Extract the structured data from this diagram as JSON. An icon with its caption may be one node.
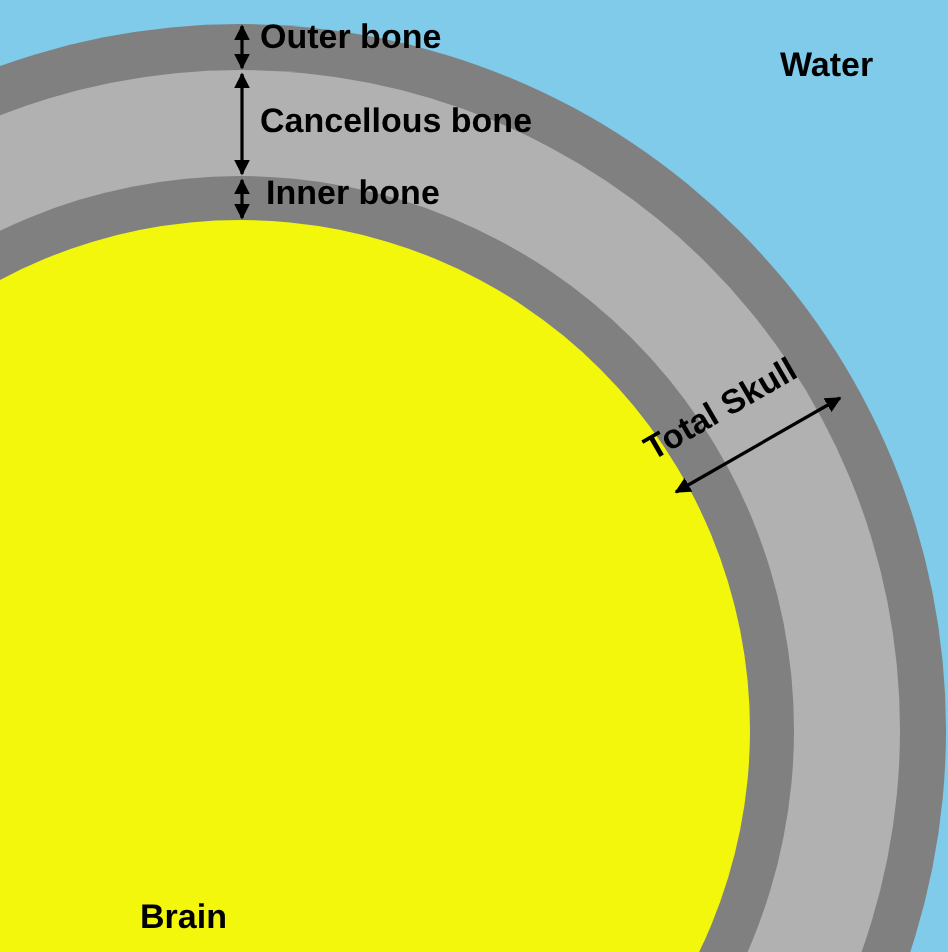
{
  "diagram": {
    "labels": [
      "Outer bone",
      "Water",
      "Cancellous bone",
      "Inner bone",
      "Total Skull",
      "Brain"
    ]
  }
}
